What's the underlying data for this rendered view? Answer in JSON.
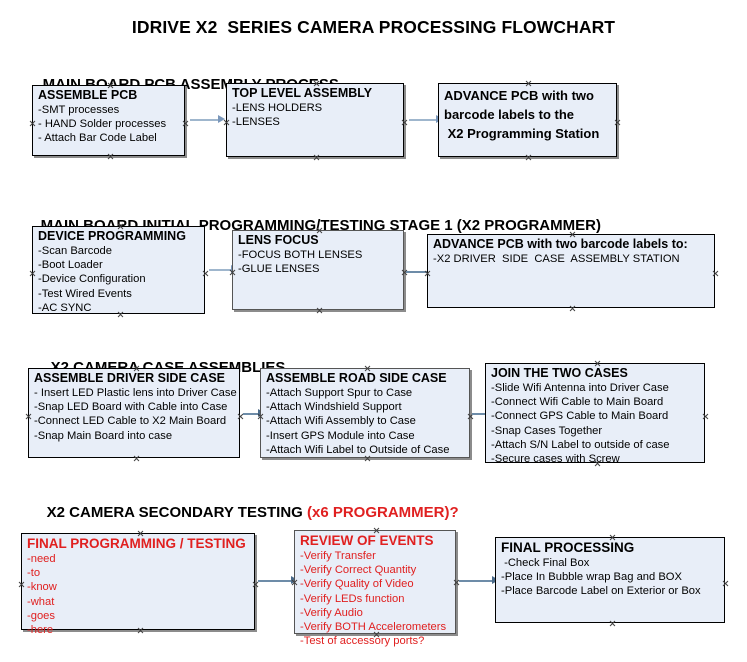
{
  "title": "IDRIVE X2  SERIES CAMERA PROCESSING FLOWCHART",
  "colors": {
    "box_fill": "#e8eef8",
    "box_border": "#000000",
    "accent_red": "#e02020",
    "arrow": "#9fb6cd",
    "text": "#000000"
  },
  "sections": [
    {
      "heading": "MAIN BOARD PCB ASSEMBLY PROCESS",
      "heading_accent": "",
      "boxes": [
        {
          "title": "ASSEMBLE PCB",
          "lines": [
            "-SMT processes",
            "- HAND Solder processes",
            "- Attach Bar Code Label"
          ]
        },
        {
          "title": "TOP LEVEL ASSEMBLY",
          "lines": [
            "-LENS HOLDERS",
            "-LENSES"
          ]
        },
        {
          "title_lines": [
            "ADVANCE PCB with two",
            "barcode labels to the",
            " X2 Programming Station"
          ],
          "lines": []
        }
      ]
    },
    {
      "heading": "MAIN BOARD INITIAL PROGRAMMING/TESTING STAGE 1 (X2 PROGRAMMER)",
      "heading_accent": "",
      "boxes": [
        {
          "title": "DEVICE PROGRAMMING",
          "lines": [
            "-Scan Barcode",
            "-Boot Loader",
            "-Device Configuration",
            "-Test Wired Events",
            "-AC SYNC"
          ]
        },
        {
          "title": "LENS FOCUS",
          "lines": [
            "-FOCUS BOTH LENSES",
            "-GLUE LENSES"
          ]
        },
        {
          "title": "ADVANCE PCB with two barcode labels to:",
          "lines": [
            "-X2 DRIVER  SIDE  CASE  ASSEMBLY STATION"
          ]
        }
      ]
    },
    {
      "heading": "X2 CAMERA CASE ASSEMBLIES",
      "heading_accent": "",
      "boxes": [
        {
          "title": "ASSEMBLE DRIVER SIDE CASE",
          "lines": [
            "- Insert LED Plastic lens into Driver Case",
            "-Snap LED Board with Cable into Case",
            "-Connect LED Cable to X2 Main Board",
            "-Snap Main Board into case"
          ]
        },
        {
          "title": "ASSEMBLE ROAD SIDE CASE",
          "lines": [
            "-Attach Support Spur to Case",
            "-Attach Windshield Support",
            "-Attach Wifi Assembly to Case",
            "-Insert GPS Module into Case",
            "-Attach Wifi Label to Outside of Case"
          ]
        },
        {
          "title": "JOIN THE TWO CASES",
          "lines": [
            "-Slide Wifi Antenna into Driver Case",
            "-Connect Wifi Cable to Main Board",
            "-Connect GPS Cable to Main Board",
            "-Snap Cases Together",
            "-Attach S/N Label to outside of case",
            "-Secure cases with Screw"
          ]
        }
      ]
    },
    {
      "heading": "X2 CAMERA SECONDARY TESTING ",
      "heading_accent": "(x6 PROGRAMMER)?",
      "boxes": [
        {
          "title": "FINAL PROGRAMMING / TESTING",
          "lines": [
            "-need",
            "-to",
            "-know",
            "-what",
            "-goes",
            "-here"
          ]
        },
        {
          "title": "REVIEW OF EVENTS",
          "lines": [
            "-Verify Transfer",
            "-Verify Correct Quantity",
            "-Verify Quality of Video",
            "-Verify LEDs function",
            "-Verify Audio",
            "-Verify BOTH Accelerometers",
            "-Test of accessory ports?"
          ]
        },
        {
          "title": "FINAL PROCESSING",
          "lines": [
            " -Check Final Box",
            "-Place In Bubble wrap Bag and BOX",
            "-Place Barcode Label on Exterior or Box"
          ]
        }
      ]
    }
  ]
}
